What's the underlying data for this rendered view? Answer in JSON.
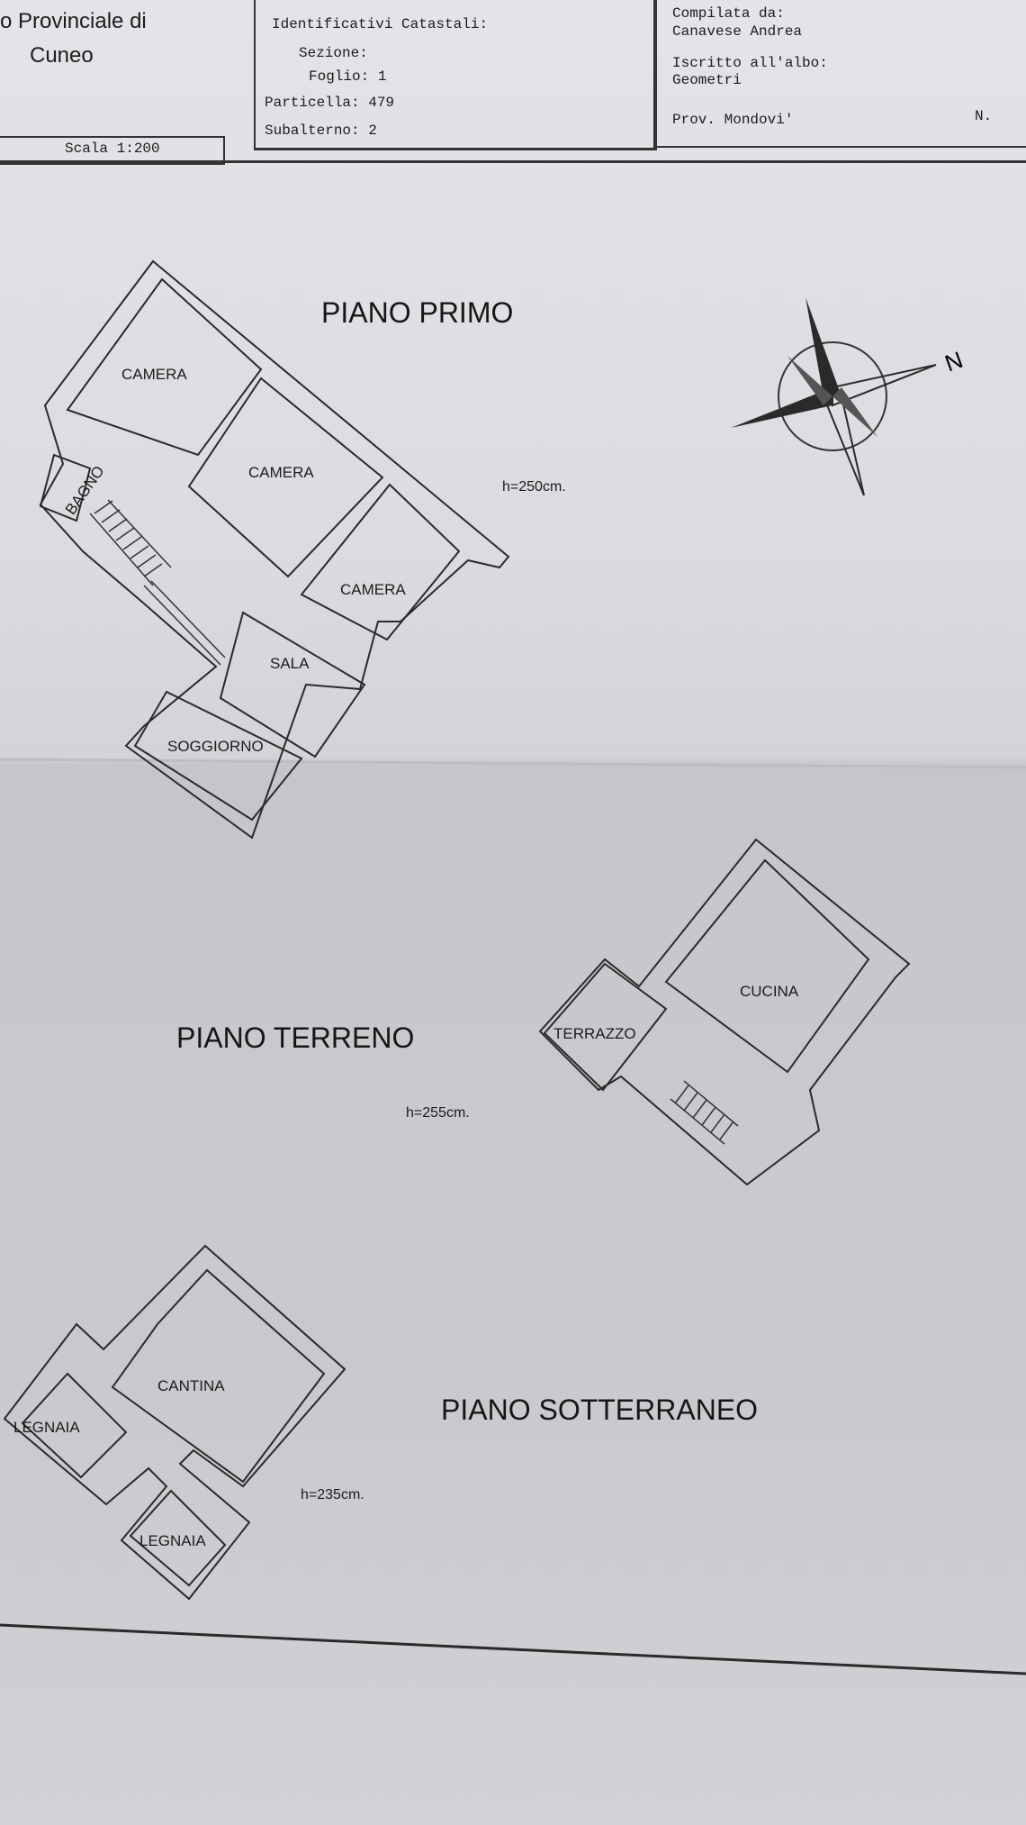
{
  "header": {
    "office_line1": "o Provinciale di",
    "office_line2": "Cuneo",
    "scale": "Scala 1:200",
    "ident_title": "Identificativi Catastali:",
    "sezione": "Sezione:",
    "foglio": "Foglio: 1",
    "particella": "Particella: 479",
    "subalterno": "Subalterno: 2",
    "compilata_label": "Compilata da:",
    "compilata_name": "Canavese Andrea",
    "iscritto_label": "Iscritto all'albo:",
    "iscritto_value": "Geometri",
    "prov": "Prov. Mondovi'",
    "number_label": "N."
  },
  "compass": {
    "north_label": "N"
  },
  "floors": {
    "primo": {
      "title": "PIANO PRIMO",
      "height": "h=250cm.",
      "rooms": [
        "CAMERA",
        "CAMERA",
        "CAMERA",
        "BAGNO",
        "SALA",
        "SOGGIORNO"
      ]
    },
    "terreno": {
      "title": "PIANO TERRENO",
      "height": "h=255cm.",
      "rooms": [
        "CUCINA",
        "TERRAZZO"
      ]
    },
    "sotterraneo": {
      "title": "PIANO SOTTERRANEO",
      "height": "h=235cm.",
      "rooms": [
        "CANTINA",
        "LEGNAIA",
        "LEGNAIA"
      ]
    }
  }
}
